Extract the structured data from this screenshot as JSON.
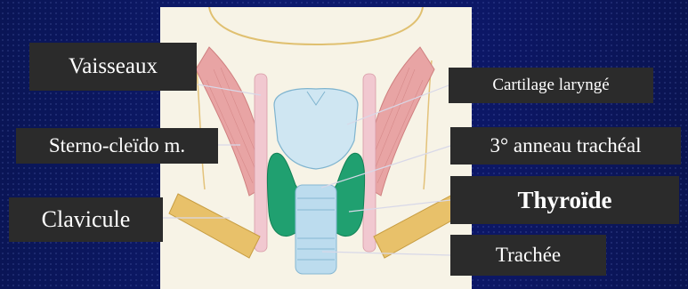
{
  "labels": {
    "vaisseaux": "Vaisseaux",
    "sterno": "Sterno-cleïdo m.",
    "clavicule": "Clavicule",
    "cartilage": "Cartilage laryngé",
    "anneau": "3° anneau trachéal",
    "thyroide": "Thyroïde",
    "trachee": "Trachée"
  },
  "colors": {
    "background": "#0b1560",
    "label_box": "#2b2b2b",
    "label_text": "#ffffff",
    "thyroid": "#20a070",
    "muscle": "#e8a4a4",
    "clavicle": "#e8c16a",
    "cartilage": "#cfe6f2",
    "trachea": "#bcdcee"
  }
}
